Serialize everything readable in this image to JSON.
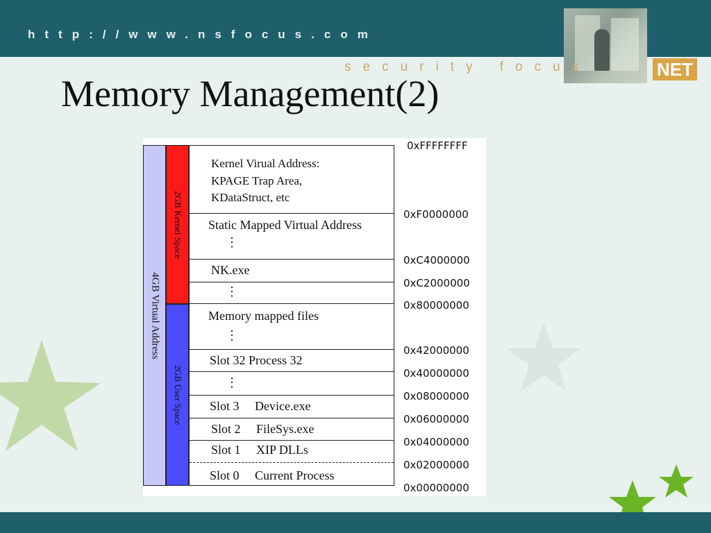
{
  "header": {
    "url": "http://www.nsfocus.com",
    "tagline": "security focus",
    "logo": "NET"
  },
  "title": "Memory Management(2)",
  "diagram": {
    "labels": {
      "virtual": "4GB Virtual Address",
      "kernel": "2GB Kernel Space",
      "user": "2GB User Space"
    },
    "rows": {
      "kernel_virtual_1": "Kernel Virual Address:",
      "kernel_virtual_2": "KPAGE Trap Area,",
      "kernel_virtual_3": "KDataStruct, etc",
      "static_mapped": "Static Mapped Virtual Address",
      "nk": "NK.exe",
      "memory_mapped": "Memory mapped files",
      "slot32": "Slot 32  Process 32",
      "slot3": "Slot 3     Device.exe",
      "slot2": "Slot 2     FileSys.exe",
      "slot1": "Slot 1     XIP DLLs",
      "slot0": "Slot 0     Current Process",
      "ellipsis": "⋮"
    },
    "addresses": [
      "0xFFFFFFFF",
      "0xF0000000",
      "0xC4000000",
      "0xC2000000",
      "0x80000000",
      "0x42000000",
      "0x40000000",
      "0x08000000",
      "0x06000000",
      "0x04000000",
      "0x02000000",
      "0x00000000"
    ]
  }
}
